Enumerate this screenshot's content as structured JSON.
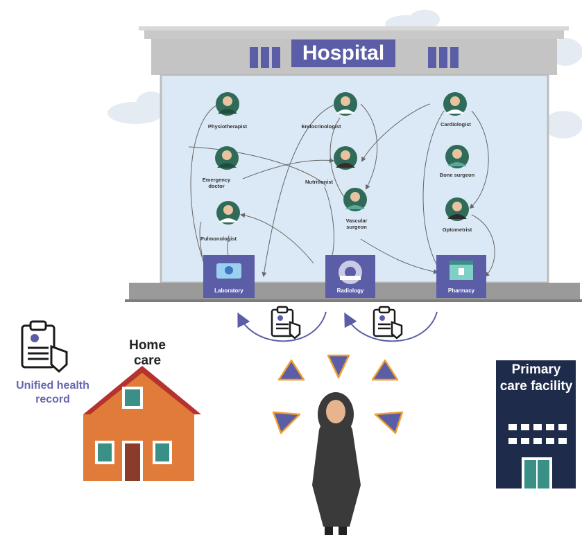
{
  "hospital": {
    "title": "Hospital",
    "staff": {
      "physiotherapist": "Physiotherapist",
      "endocrinologist": "Endocrinologist",
      "cardiologist": "Cardiologist",
      "emergency_doctor": "Emergency doctor",
      "nutritionist": "Nutritionist",
      "bone_surgeon": "Bone surgeon",
      "vascular_surgeon": "Vascular surgeon",
      "pulmonologist": "Pulmonologist",
      "optometrist": "Optometrist"
    },
    "departments": {
      "laboratory": "Laboratory",
      "radiology": "Radiology",
      "pharmacy": "Pharmacy"
    }
  },
  "home_care": {
    "label": "Home care"
  },
  "unified_health_record": {
    "label": "Unified health record"
  },
  "primary_care": {
    "label": "Primary care facility"
  },
  "colors": {
    "accent": "#5b5ea6",
    "triangle_fill": "#5b5ea6",
    "triangle_outline": "#f0a030",
    "hospital_glass": "#dbe8f5",
    "house_wall": "#e07b39",
    "roof": "#b5322e",
    "primary_care_building": "#1f2b4a"
  }
}
